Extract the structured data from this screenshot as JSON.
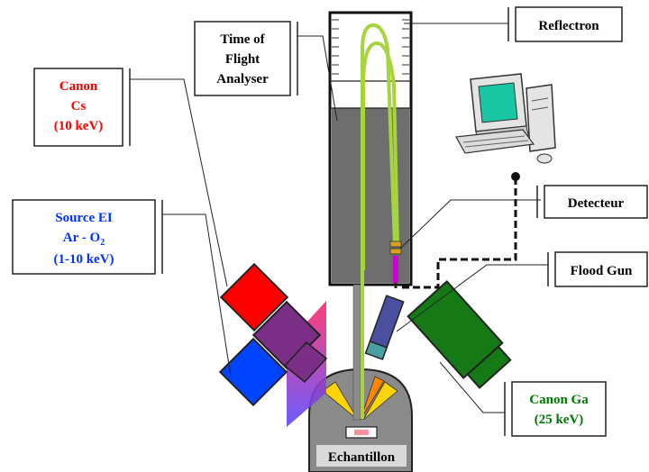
{
  "labels": {
    "reflectron": "Reflectron",
    "tof_line1": "Time of",
    "tof_line2": "Flight",
    "tof_line3": "Analyser",
    "canon_cs_line1": "Canon",
    "canon_cs_line2": "Cs",
    "canon_cs_line3": "(10 keV)",
    "source_ei_line1": "Source EI",
    "source_ei_line2_main": "Ar - O",
    "source_ei_line2_sub": "2",
    "source_ei_line3": "(1-10 keV)",
    "detecteur": "Detecteur",
    "flood_gun": "Flood Gun",
    "canon_ga_line1": "Canon Ga",
    "canon_ga_line2": "(25 keV)",
    "echantillon": "Echantillon"
  },
  "colors": {
    "canon_cs_text": "#ff0000",
    "source_ei_text": "#0033ff",
    "canon_ga_text": "#007700",
    "black_text": "#000000",
    "tube_fill": "#6e6e6e",
    "beam": "#a6d43c",
    "cs_gun_red": "#ff0000",
    "ei_gun_blue": "#0044ff",
    "gun_purple": "#7a2e86",
    "ga_gun_green": "#157a15",
    "flood_gun_blue": "#4a4fa0",
    "detector_magenta": "#cc00cc",
    "cone_yellow": "#ffd400",
    "cone_orange": "#ff8800",
    "chamber_gray": "#8a8a8a",
    "computer_green": "#19c6a4"
  },
  "icons": [
    "computer-icon",
    "time-of-flight-analyser-tube",
    "reflectron-mirror",
    "detector-element",
    "flood-gun-icon",
    "canon-ga-icon",
    "canon-cs-icon",
    "source-ei-icon",
    "sample-chamber"
  ]
}
